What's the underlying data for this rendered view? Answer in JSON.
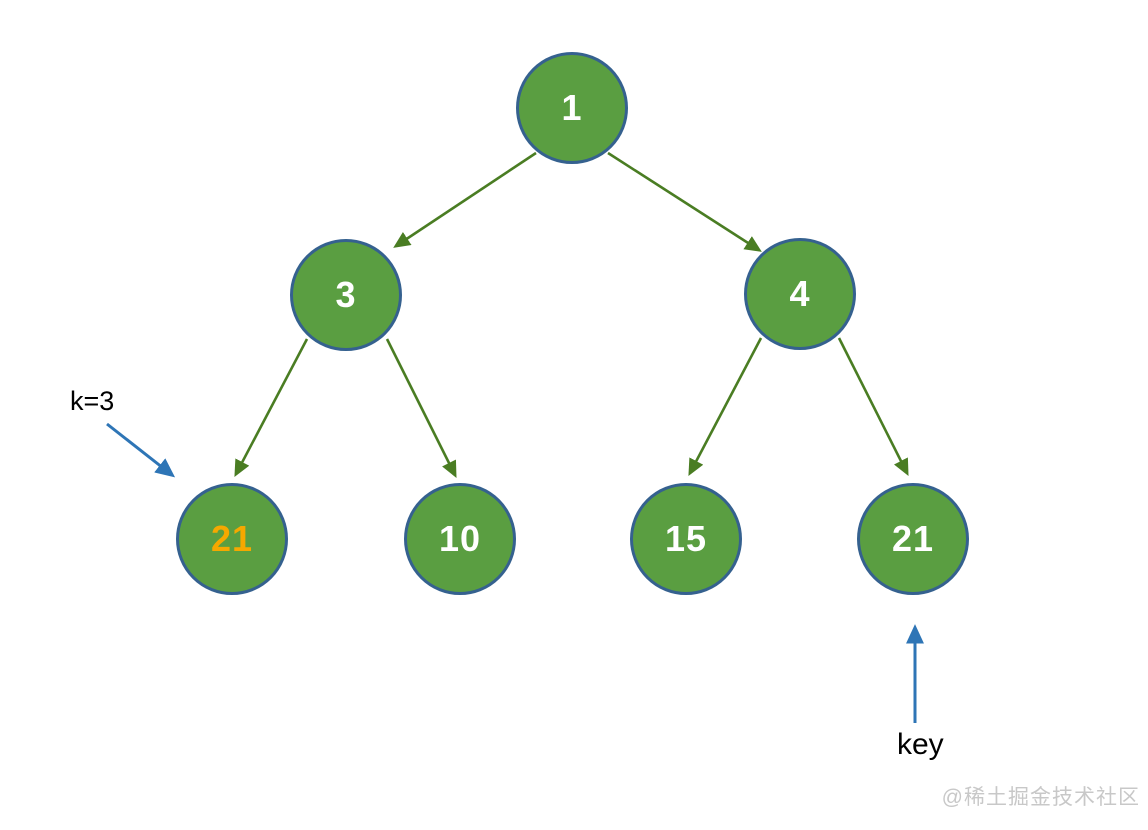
{
  "diagram": {
    "type": "binary-tree",
    "nodes": [
      {
        "id": "root",
        "value": "1",
        "level": 0
      },
      {
        "id": "left",
        "value": "3",
        "level": 1
      },
      {
        "id": "right",
        "value": "4",
        "level": 1
      },
      {
        "id": "left-left",
        "value": "21",
        "level": 2,
        "highlighted": true
      },
      {
        "id": "left-right",
        "value": "10",
        "level": 2
      },
      {
        "id": "right-left",
        "value": "15",
        "level": 2
      },
      {
        "id": "right-right",
        "value": "21",
        "level": 2
      }
    ],
    "edges": [
      {
        "from": "root",
        "to": "left"
      },
      {
        "from": "root",
        "to": "right"
      },
      {
        "from": "left",
        "to": "left-left"
      },
      {
        "from": "left",
        "to": "left-right"
      },
      {
        "from": "right",
        "to": "right-left"
      },
      {
        "from": "right",
        "to": "right-right"
      }
    ],
    "annotations": {
      "k_label": "k=3",
      "key_label": "key"
    },
    "watermark": "@稀土掘金技术社区",
    "colors": {
      "node_fill": "#5A9E41",
      "node_border": "#35618F",
      "node_text": "#FFFFFF",
      "highlight_text": "#F5A800",
      "edge_arrow": "#4A7D23",
      "annotation_arrow": "#2E75B6",
      "annotation_text": "#000000",
      "watermark_text": "#C8C8C8"
    }
  }
}
